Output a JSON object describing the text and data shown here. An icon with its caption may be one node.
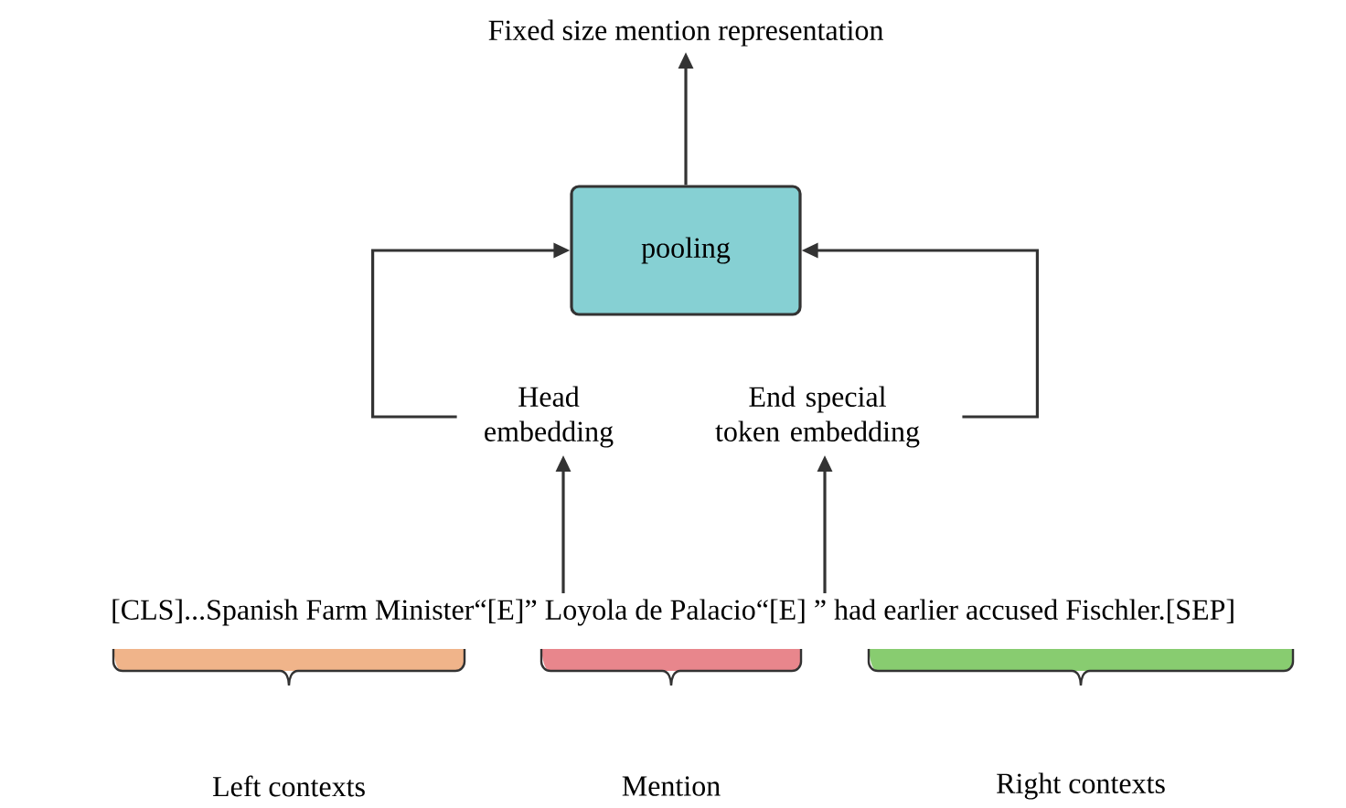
{
  "diagram": {
    "nodes": [
      {
        "text": [
          "Fixed size mention representation"
        ]
      },
      {
        "text": [
          "pooling"
        ]
      },
      {
        "text": [
          "Head embedding"
        ]
      },
      {
        "text": [
          "End special token embedding"
        ]
      },
      {
        "text": [
          "[CLS]...Spanish Farm Minister“[E]”  Loyola de Palacio“[E] ” had earlier accused Fischler.[SEP]"
        ]
      }
    ],
    "edges": [
      {
        "from": 1,
        "to": 0,
        "arrow": "to"
      },
      {
        "from": 2,
        "to": 1,
        "arrow": "to"
      },
      {
        "from": 3,
        "to": 1,
        "arrow": "to"
      },
      {
        "from": 4,
        "to": 2,
        "arrow": "to"
      },
      {
        "from": 4,
        "to": 3,
        "arrow": "to"
      }
    ],
    "labels": [
      "Left contexts",
      "Mention",
      "Right contexts"
    ]
  }
}
